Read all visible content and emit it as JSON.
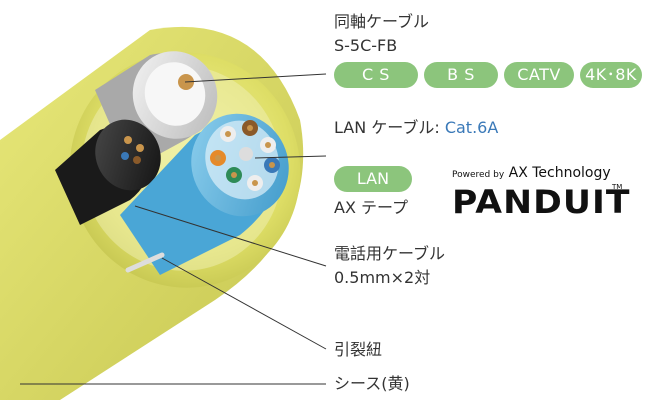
{
  "coax": {
    "title": "同軸ケーブル",
    "model": "S-5C-FB",
    "tags": [
      {
        "label": "C S",
        "color": "#8cc57c"
      },
      {
        "label": "B S",
        "color": "#8cc57c"
      },
      {
        "label": "CATV",
        "color": "#8cc57c"
      },
      {
        "label": "4K･8K",
        "color": "#8cc57c"
      }
    ]
  },
  "lan": {
    "label_prefix": "LAN ケーブル: ",
    "category": "Cat.6A",
    "tag": "LAN",
    "tag_color": "#8cc57c",
    "tape": "AX テープ"
  },
  "brand": {
    "powered_small": "Powered by",
    "powered_text": "AX Technology",
    "logo": "PANDUIT",
    "tm": "TM"
  },
  "phone": {
    "title": "電話用ケーブル",
    "spec": "0.5mm×2対"
  },
  "ripcord": "引裂紐",
  "sheath": "シース(黄)",
  "colors": {
    "sheath_yellow": "#dfe06a",
    "lan_blue": "#5ab3df",
    "accent_blue": "#3a79b8",
    "pill_green": "#8cc57c"
  }
}
